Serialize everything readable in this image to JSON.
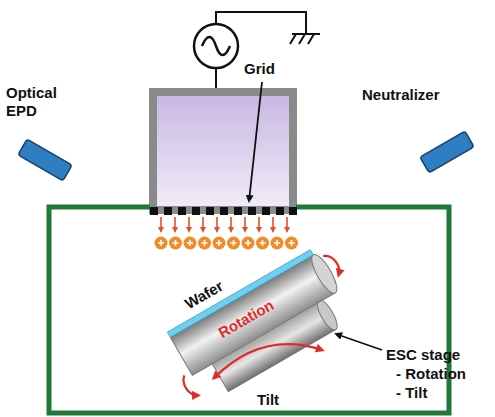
{
  "diagram": {
    "labels": [
      "Grid",
      "Optical EPD",
      "Neutralizer",
      "Wafer",
      "Rotation",
      "Tilt",
      "ESC stage",
      "- Rotation",
      "- Tilt"
    ]
  }
}
